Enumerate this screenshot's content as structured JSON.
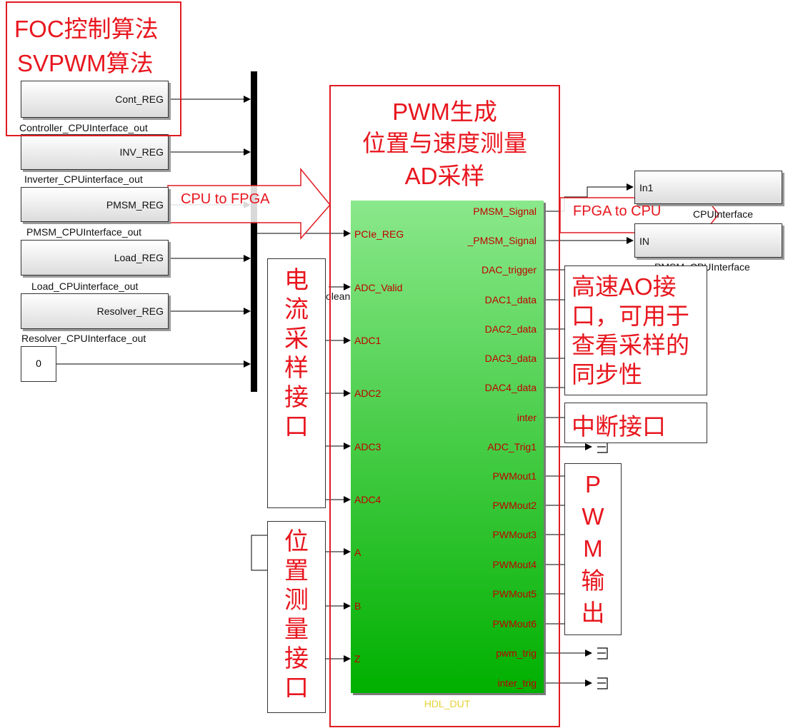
{
  "annotations": {
    "foc_line1": "FOC控制算法",
    "foc_line2": "SVPWM算法",
    "main_line1": "PWM生成",
    "main_line2": "位置与速度测量",
    "main_line3": "AD采样",
    "cpu_to_fpga": "CPU to FPGA",
    "fpga_to_cpu": "FPGA to CPU",
    "current_sampling": "电流采样接口",
    "position_measure": "位置测量接口",
    "ao_line1": "高速AO接",
    "ao_line2": "口，可用于",
    "ao_line3": "查看采样的",
    "ao_line4": "同步性",
    "interrupt": "中断接口",
    "pwm_out": "PWM输出"
  },
  "left_blocks": [
    {
      "port": "Cont_REG",
      "caption": "Controller_CPUInterface_out"
    },
    {
      "port": "INV_REG",
      "caption": "Inverter_CPUinterface_out"
    },
    {
      "port": "PMSM_REG",
      "caption": "PMSM_CPUInterface_out"
    },
    {
      "port": "Load_REG",
      "caption": "Load_CPUinterface_out"
    },
    {
      "port": "Resolver_REG",
      "caption": "Resolver_CPUInterface_out"
    }
  ],
  "constant_value": "0",
  "partial_label": "olean",
  "dut": {
    "name": "HDL_DUT",
    "inputs": [
      "PCIe_REG",
      "ADC_Valid",
      "ADC1",
      "ADC2",
      "ADC3",
      "ADC4",
      "A",
      "B",
      "Z"
    ],
    "outputs": [
      "PMSM_Signal",
      "_PMSM_Signal",
      "DAC_trigger",
      "DAC1_data",
      "DAC2_data",
      "DAC3_data",
      "DAC4_data",
      "inter",
      "ADC_Trig1",
      "PWMout1",
      "PWMout2",
      "PWMout3",
      "PWMout4",
      "PWMout5",
      "PWMout6",
      "pwm_trig",
      "inter_trig"
    ]
  },
  "right_blocks": [
    {
      "port": "In1",
      "caption": "CPUInterface"
    },
    {
      "port": "IN",
      "caption": "PMSM_CPUInterface"
    }
  ],
  "colors": {
    "annotation_red": "#e8161e",
    "port_red": "#c00000",
    "dut_green_top": "#8ae88a",
    "dut_green_bottom": "#00b000",
    "dut_name_yellow": "#e6d23a"
  }
}
